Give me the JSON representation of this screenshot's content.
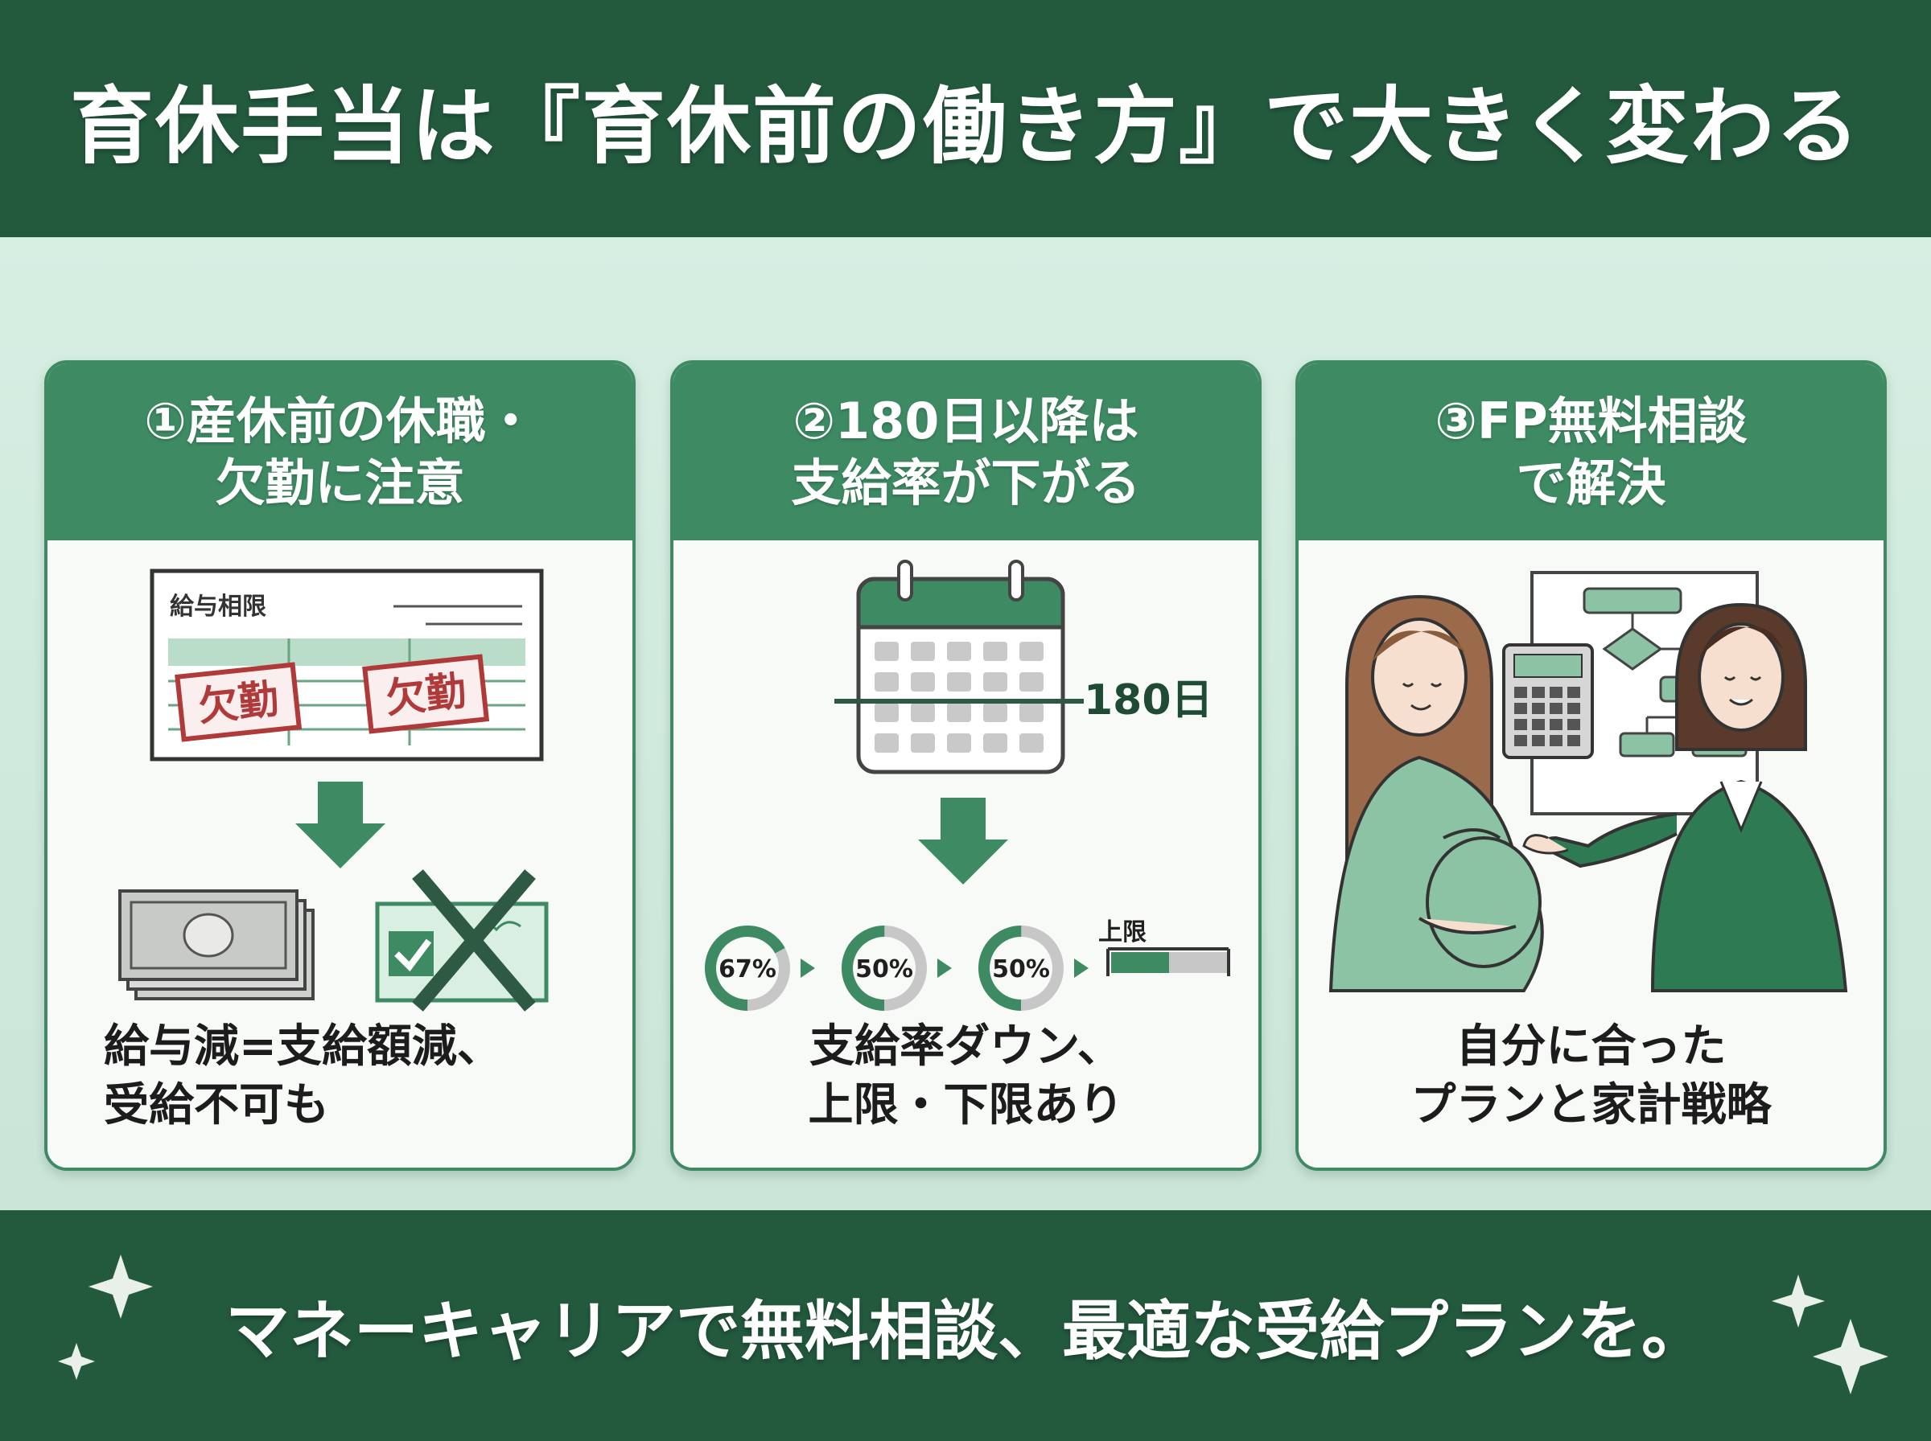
{
  "header": {
    "title": "育休手当は『育休前の働き方』で大きく変わる"
  },
  "cards": [
    {
      "title_line1": "①産休前の休職・",
      "title_line2": "欠勤に注意",
      "doc_label": "給与相限",
      "stamp_label": "欠勤",
      "desc_line1": "給与減=支給額減、",
      "desc_line2": "受給不可も"
    },
    {
      "title_line1": "②180日以降は",
      "title_line2": "支給率が下がる",
      "calendar_label": "180日",
      "rates": [
        "67%",
        "50%",
        "50%"
      ],
      "rate_values": [
        0.67,
        0.5,
        0.5
      ],
      "cap_label": "上限",
      "desc_line1": "支給率ダウン、",
      "desc_line2": "上限・下限あり"
    },
    {
      "title_line1": "③FP無料相談",
      "title_line2": "で解決",
      "desc_line1": "自分に合った",
      "desc_line2": "プランと家計戦略"
    }
  ],
  "footer": {
    "text": "マネーキャリアで無料相談、最適な受給プランを。"
  },
  "colors": {
    "dark_green": "#235a3e",
    "mid_green": "#3d8a63",
    "light_green": "#cfe7d9",
    "stamp_red": "#b03a3a"
  }
}
